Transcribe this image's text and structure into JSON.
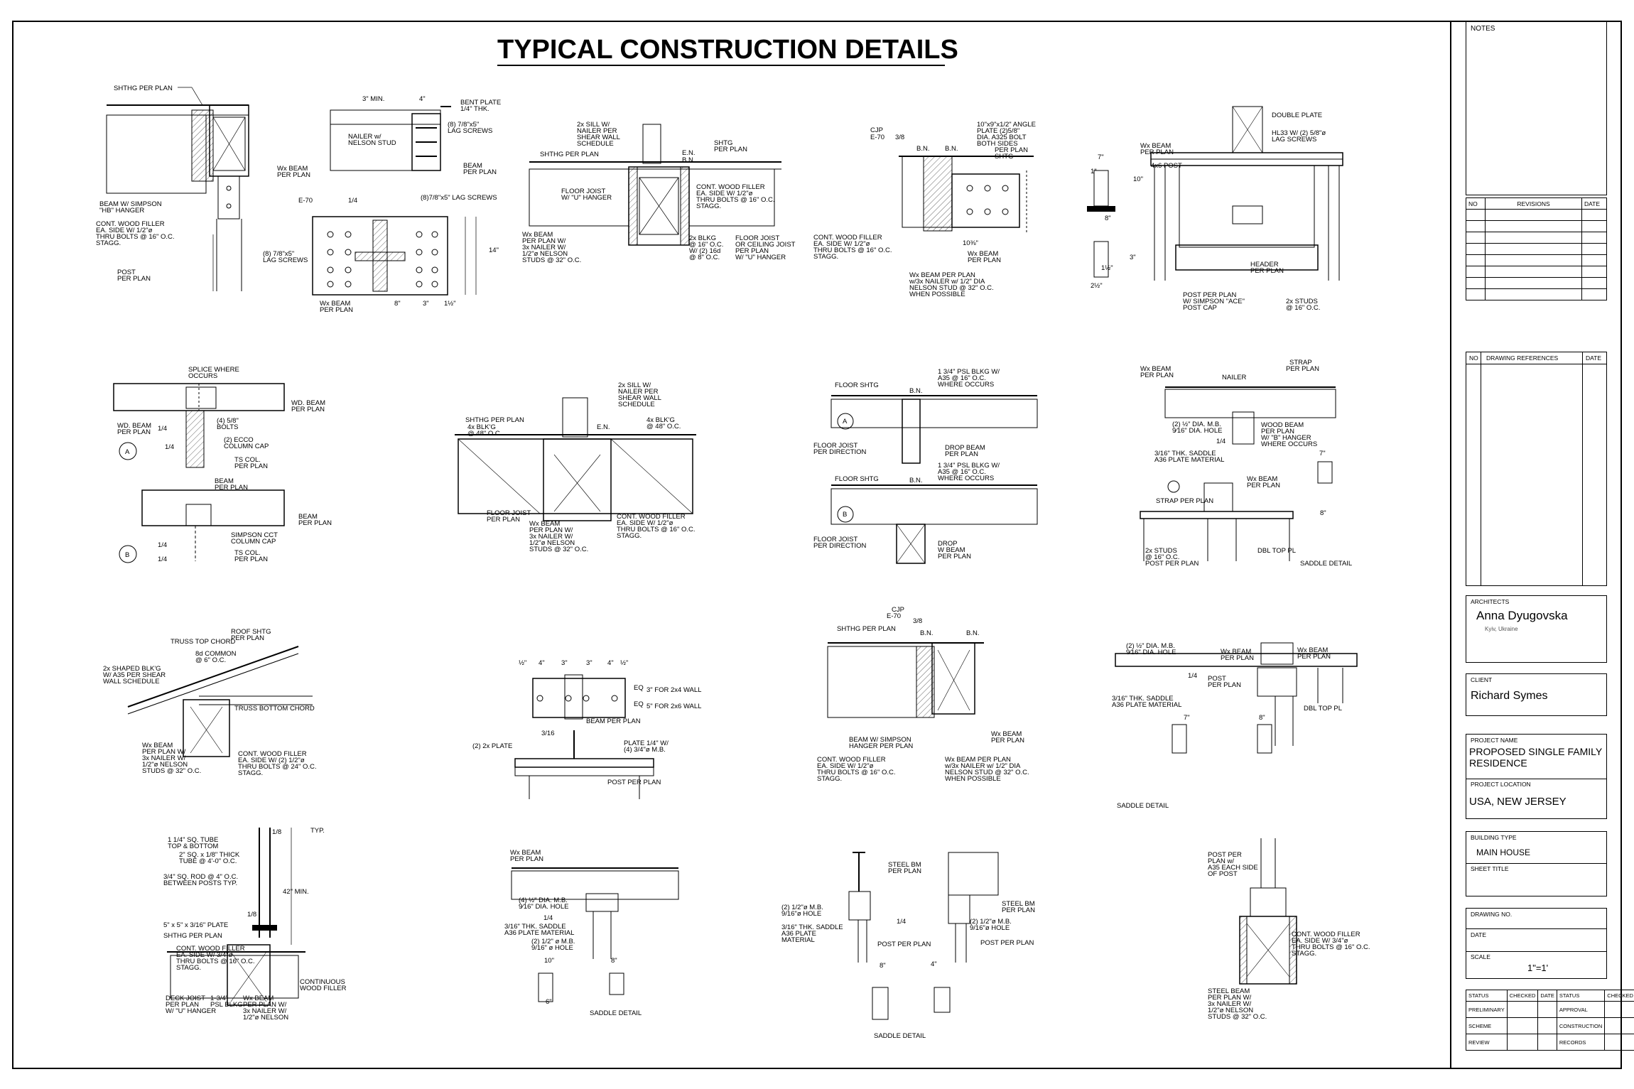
{
  "title": "TYPICAL CONSTRUCTION DETAILS",
  "labels": {
    "d1": [
      "SHTHG PER PLAN",
      "BEAM W/ SIMPSON",
      "\"HB\" HANGER",
      "CONT. WOOD FILLER",
      "EA. SIDE W/ 1/2\"ø",
      "THRU BOLTS @ 16\" O.C.",
      "STAGG.",
      "POST",
      "PER PLAN"
    ],
    "d2": [
      "3\" MIN.",
      "4\"",
      "BENT PLATE",
      "1/4\" THK.",
      "(8) 7/8\"x5\"",
      "LAG SCREWS",
      "NAILER w/",
      "NELSON STUD",
      "BEAM",
      "PER PLAN",
      "Wx BEAM",
      "PER PLAN",
      "E-70",
      "1/4",
      "(8)7/8\"x5\" LAG SCREWS",
      "(8) 7/8\"x5\"",
      "LAG SCREWS",
      "Wx BEAM",
      "PER PLAN",
      "8\"",
      "3\"",
      "1½\"",
      "14\""
    ],
    "d3": [
      "2x SILL W/",
      "NAILER PER",
      "SHEAR WALL",
      "SCHEDULE",
      "SHTHG PER PLAN",
      "E.N.",
      "B.N.",
      "SHTG",
      "PER PLAN",
      "FLOOR JOIST",
      "W/ \"U\" HANGER",
      "CONT. WOOD FILLER",
      "EA. SIDE W/ 1/2\"ø",
      "THRU BOLTS @ 16\" O.C.",
      "STAGG.",
      "Wx BEAM",
      "PER PLAN W/",
      "3x NAILER W/",
      "1/2\"ø NELSON",
      "STUDS @ 32\" O.C.",
      "2x BLKG",
      "@ 16\" O.C.",
      "W/ (2) 16d",
      "@ 8\" O.C.",
      "FLOOR JOIST",
      "OR CEILING JOIST",
      "PER PLAN",
      "W/ \"U\" HANGER"
    ],
    "d4": [
      "CJP",
      "E-70",
      "3/8",
      "B.N.",
      "B.N.",
      "10\"x9\"x1/2\" ANGLE",
      "PLATE (2)5/8\"",
      "DIA. A325 BOLT",
      "BOTH SIDES",
      "PER PLAN",
      "SHTG",
      "CONT. WOOD FILLER",
      "EA. SIDE W/ 1/2\"ø",
      "THRU BOLTS @ 16\" O.C.",
      "STAGG.",
      "10⅜\"",
      "Wx BEAM",
      "PER PLAN",
      "Wx BEAM PER PLAN",
      "w/3x NAILER w/ 1/2\" DIA",
      "NELSON STUD @ 32\" O.C.",
      "WHEN POSSIBLE"
    ],
    "d5": [
      "Wx BEAM",
      "PER PLAN",
      "4x6 POST",
      "DOUBLE PLATE",
      "HL33 W/ (2) 5/8\"ø",
      "LAG SCREWS",
      "7\"",
      "1\"",
      "10\"",
      "8\"",
      "HEADER",
      "PER PLAN",
      "POST PER PLAN",
      "W/ SIMPSON \"ACE\"",
      "POST CAP",
      "2x STUDS",
      "@ 16\" O.C.",
      "2½\"",
      "3\"",
      "1½\""
    ],
    "d6": [
      "SPLICE WHERE",
      "OCCURS",
      "WD. BEAM",
      "PER PLAN",
      "WD. BEAM",
      "PER PLAN",
      "1/4",
      "(4) 5/8\"",
      "BOLTS",
      "(2) ECCO",
      "COLUMN CAP",
      "TS COL.",
      "PER PLAN",
      "1/4",
      "A"
    ],
    "d7": [
      "BEAM",
      "PER PLAN",
      "BEAM",
      "PER PLAN",
      "SIMPSON CCT",
      "COLUMN CAP",
      "TS COL.",
      "PER PLAN",
      "1/4",
      "1/4",
      "B"
    ],
    "d8": [
      "2x SILL W/",
      "NAILER PER",
      "SHEAR WALL",
      "SCHEDULE",
      "SHTHG PER PLAN",
      "4x BLK'G",
      "@ 48\" O.C.",
      "4x BLK'G",
      "@ 48\" O.C.",
      "E.N.",
      "FLOOR JOIST",
      "PER PLAN",
      "Wx BEAM",
      "PER PLAN W/",
      "3x NAILER W/",
      "1/2\"ø NELSON",
      "STUDS @ 32\" O.C.",
      "CONT. WOOD FILLER",
      "EA. SIDE W/ 1/2\"ø",
      "THRU BOLTS @ 16\" O.C.",
      "STAGG."
    ],
    "d9": [
      "FLOOR SHTG",
      "B.N.",
      "1 3/4\" PSL BLKG W/",
      "A35 @ 16\" O.C.",
      "WHERE OCCURS",
      "FLOOR JOIST",
      "PER DIRECTION",
      "DROP BEAM",
      "PER PLAN",
      "A",
      "FLOOR SHTG",
      "B.N.",
      "1 3/4\" PSL BLKG W/",
      "A35 @ 16\" O.C.",
      "WHERE OCCURS",
      "FLOOR JOIST",
      "PER DIRECTION",
      "DROP",
      "W BEAM",
      "PER PLAN",
      "B"
    ],
    "d10": [
      "Wx BEAM",
      "PER PLAN",
      "NAILER",
      "STRAP",
      "PER PLAN",
      "(2) ½\" DIA. M.B.",
      "9⁄16\" DIA. HOLE",
      "1/4",
      "WOOD BEAM",
      "PER PLAN",
      "W/ \"B\" HANGER",
      "WHERE OCCURS",
      "3/16\" THK. SADDLE",
      "A36 PLATE MATERIAL",
      "Wx BEAM",
      "PER PLAN",
      "STRAP PER PLAN",
      "2x STUDS",
      "@ 16\" O.C.",
      "POST PER PLAN",
      "DBL TOP PL",
      "SADDLE DETAIL",
      "7\"",
      "8\""
    ],
    "d11": [
      "ROOF SHTG",
      "PER PLAN",
      "TRUSS TOP CHORD",
      "8d COMMON",
      "@ 6\" O.C.",
      "2x SHAPED BLK'G",
      "W/ A35 PER SHEAR",
      "WALL SCHEDULE",
      "TRUSS BOTTOM CHORD",
      "Wx BEAM",
      "PER PLAN W/",
      "3x NAILER W/",
      "1/2\"ø NELSON",
      "STUDS @ 32\" O.C.",
      "CONT. WOOD FILLER",
      "EA. SIDE W/ (2) 1/2\"ø",
      "THRU BOLTS @ 24\" O.C.",
      "STAGG."
    ],
    "d12": [
      "½\"",
      "4\"",
      "3\"",
      "3\"",
      "4\"",
      "½\"",
      "EQ",
      "EQ",
      "3\" FOR 2x4 WALL",
      "5\" FOR 2x6 WALL",
      "BEAM PER PLAN",
      "3/16",
      "(2) 2x PLATE",
      "PLATE 1/4\" W/",
      "(4) 3/4\"ø M.B.",
      "POST PER PLAN"
    ],
    "d13": [
      "CJP",
      "E-70",
      "3/8",
      "B.N.",
      "B.N.",
      "SHTHG PER PLAN",
      "BEAM W/ SIMPSON",
      "HANGER PER PLAN",
      "CONT. WOOD FILLER",
      "EA. SIDE W/ 1/2\"ø",
      "THRU BOLTS @ 16\" O.C.",
      "STAGG.",
      "Wx BEAM",
      "PER PLAN",
      "Wx BEAM PER PLAN",
      "w/3x NAILER w/ 1/2\" DIA",
      "NELSON STUD @ 32\" O.C.",
      "WHEN POSSIBLE"
    ],
    "d14": [
      "Wx BEAM",
      "PER PLAN",
      "Wx BEAM",
      "PER PLAN",
      "(2) ½\" DIA. M.B.",
      "9⁄16\" DIA. HOLE",
      "1/4",
      "POST",
      "PER PLAN",
      "3/16\" THK. SADDLE",
      "A36 PLATE MATERIAL",
      "DBL TOP PL",
      "7\"",
      "8\"",
      "SADDLE DETAIL"
    ],
    "d15": [
      "1 1/4\" SQ. TUBE",
      "TOP & BOTTOM",
      "2\" SQ. x 1/8\" THICK",
      "TUBE @ 4'-0\" O.C.",
      "3/4\" SQ. ROD @ 4\" O.C.",
      "BETWEEN POSTS TYP.",
      "1/8",
      "TYP.",
      "42\" MIN.",
      "1/8",
      "5\" x 5\" x 3/16\" PLATE",
      "SHTHG PER PLAN",
      "CONT. WOOD FILLER",
      "EA. SIDE W/ 3/4\"ø",
      "THRU BOLTS @ 16\" O.C.",
      "STAGG.",
      "CONTINUOUS",
      "WOOD FILLER",
      "DECK JOIST",
      "PER PLAN",
      "W/ \"U\" HANGER",
      "1-3/4\"",
      "PSL BLKG",
      "Wx BEAM",
      "PER PLAN W/",
      "3x NAILER W/",
      "1/2\"ø NELSON",
      "STUDS @ 32\" O.C."
    ],
    "d16": [
      "Wx BEAM",
      "PER PLAN",
      "(4) ½\" DIA. M.B.",
      "9⁄16\" DIA. HOLE",
      "1/4",
      "3/16\" THK. SADDLE",
      "A36 PLATE MATERIAL",
      "(2) 1/2\" ø M.B.",
      "9/16\" ø HOLE",
      "10\"",
      "8\"",
      "6\"",
      "SADDLE DETAIL"
    ],
    "d17": [
      "STEEL BM",
      "PER PLAN",
      "(2) 1/2\"ø M.B.",
      "9/16\"ø HOLE",
      "3/16\" THK. SADDLE",
      "A36 PLATE",
      "MATERIAL",
      "1/4",
      "POST PER PLAN",
      "STEEL BM",
      "PER PLAN",
      "(2) 1/2\"ø M.B.",
      "9/16\"ø HOLE",
      "POST PER PLAN",
      "8\"",
      "4\"",
      "SADDLE DETAIL"
    ],
    "d18": [
      "POST PER",
      "PLAN w/",
      "A35 EACH SIDE",
      "OF POST",
      "CONT. WOOD FILLER",
      "EA. SIDE W/ 3/4\"ø",
      "THRU BOLTS @ 16\" O.C.",
      "STAGG.",
      "STEEL BEAM",
      "PER PLAN W/",
      "3x NAILER W/",
      "1/2\"ø NELSON",
      "STUDS @ 32\" O.C."
    ]
  },
  "titleblock": {
    "notes_label": "NOTES",
    "revisions": {
      "no": "NO",
      "title": "REVISIONS",
      "date": "DATE"
    },
    "references": {
      "no": "NO",
      "title": "DRAWING REFERENCES",
      "date": "DATE"
    },
    "architects_label": "ARCHITECTS",
    "architect_name": "Anna Dyugovska",
    "architect_city": "Kyiv, Ukraine",
    "client_label": "CLIENT",
    "client_name": "Richard Symes",
    "project_name_label": "PROJECT NAME",
    "project_name": "PROPOSED SINGLE FAMILY RESIDENCE",
    "project_location_label": "PROJECT LOCATION",
    "project_location": "USA, NEW JERSEY",
    "building_type_label": "BUILDING TYPE",
    "building_type": "MAIN HOUSE",
    "sheet_title_label": "SHEET TITLE",
    "drawing_no_label": "DRAWING NO.",
    "date_label": "DATE",
    "scale_label": "SCALE",
    "scale_value": "1\"=1'",
    "status_table": {
      "headers": [
        "STATUS",
        "CHECKED",
        "DATE",
        "STATUS",
        "CHECKED",
        "DATE"
      ],
      "rows": [
        [
          "PRELIMINARY",
          "",
          "",
          "APPROVAL",
          "",
          ""
        ],
        [
          "SCHEME",
          "",
          "",
          "CONSTRUCTION",
          "",
          ""
        ],
        [
          "REVIEW",
          "",
          "",
          "RECORDS",
          "",
          ""
        ]
      ]
    }
  }
}
